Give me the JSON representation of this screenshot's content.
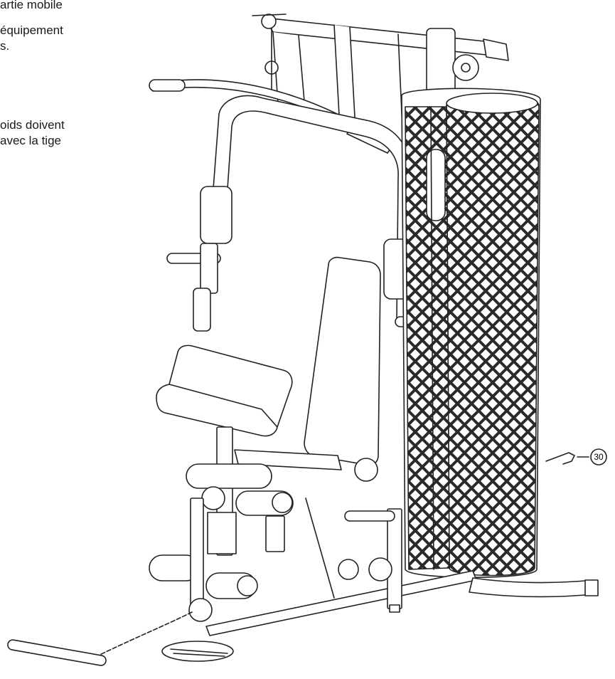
{
  "text": {
    "block1": [
      "artie mobile",
      "équipement",
      "s."
    ],
    "block2": [
      "oids doivent",
      "avec la tige"
    ]
  },
  "callout": {
    "label": "30"
  },
  "illustration": {
    "name": "home gym multi-station with weight stack"
  }
}
